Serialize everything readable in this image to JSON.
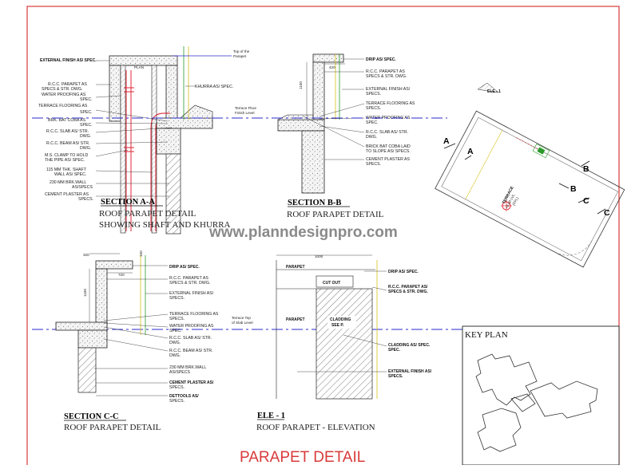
{
  "watermark": "www.planndesignpro.com",
  "sheet_title": "PARAPET DETAIL",
  "colors": {
    "border": "#d93a3a",
    "title": "#d93a3a",
    "center_line": "#2b2bcf"
  },
  "section_aa": {
    "title": "SECTION A-A",
    "subtitle_1": "ROOF PARAPET DETAIL",
    "subtitle_2": "SHOWING SHAFT AND KHURRA",
    "labels_left": [
      "EXTERNAL FINISH AS/ SPEC.",
      "R.C.C. PARAPET AS",
      "SPECS & STR. DWG.",
      "WATER PROOFING AS",
      "SPEC.",
      "TERRACE FLOORING AS",
      "SPEC.",
      "BRK. BAT COBA AS",
      "SPEC.",
      "R.C.C. SLAB AS/ STR.",
      "DWG.",
      "R.C.C. BEAM AS/ STR.",
      "DWG.",
      "M.S. CLAMP TO HOLD",
      "THE PIPE AS/ SPEC.",
      "115 MM THK. SHAFT",
      "WALL AS/ SPEC.",
      "230 MM BRK.WALL",
      "AS/SPECS",
      "CEMENT PLASTER AS",
      "SPECS."
    ],
    "label_khurra": "KHURRA AS/ SPEC.",
    "label_top_parapet_1": "Top of the",
    "label_top_parapet_2": "Parapet",
    "label_terrace_1": "Terrace Floor",
    "label_terrace_2": "Finish Level",
    "dim_plan": "PLAN"
  },
  "section_bb": {
    "title": "SECTION B-B",
    "subtitle": "ROOF PARAPET DETAIL",
    "dim_width": "420",
    "dim_height": "1100",
    "labels_right": [
      "DRIP AS/ SPEC.",
      "R.C.C. PARAPET AS",
      "SPECS & STR. DWG.",
      "EXTERNAL FINISH AS/",
      "SPECS.",
      "TERRACE FLOORING AS",
      "SPECS.",
      "WATER PROOFING AS",
      "SPEC.",
      "R.C.C. SLAB AS/ STR.",
      "DWG.",
      "BRICK BAT COBA LAID",
      "TO SLOPE AS/ SPECS.",
      "CEMENT PLASTER AS",
      "SPECS."
    ]
  },
  "section_cc": {
    "title": "SECTION C-C",
    "subtitle": "ROOF PARAPET DETAIL",
    "dim_top_1": "320",
    "dim_top_2": "150",
    "dim_mid": "720",
    "dim_height": "1100",
    "label_terrace_1": "Terrace Top",
    "label_terrace_2": "of Slab Level",
    "labels_right": [
      "DRIP AS/ SPEC.",
      "R.C.C. PARAPET AS",
      "SPECS & STR. DWG.",
      "EXTERNAL FINISH AS/",
      "SPECS.",
      "TERRACE FLOORING AS",
      "SPECS.",
      "WATER PROOFING AS",
      "SPEC.",
      "R.C.C. SLAB AS/ STR.",
      "DWG.",
      "R.C.C. BEAM AS/ STR.",
      "DWG.",
      "230 MM BRK.WALL",
      "AS/SPECS",
      "CEMENT PLASTER AS/",
      "SPECS.",
      "DETTOOLS AS/",
      "SPECS."
    ]
  },
  "ele1": {
    "title": "ELE - 1",
    "subtitle": "ROOF PARAPET - ELEVATION",
    "dim_width": "1000",
    "label_top": "PARAPET",
    "label_box": "CUT OUT",
    "label_parapet_left": "PARAPET",
    "label_cladding_1": "CLADDING",
    "label_cladding_2": "SEE P.",
    "labels_right": [
      "DRIP AS/ SPEC.",
      "R.C.C. PARAPET AS/",
      "SPECS & STR. DWG.",
      "CLADDING AS/ SPEC.",
      "SPEC.",
      "EXTERNAL FINISH AS/",
      "SPECS."
    ]
  },
  "plan": {
    "tag": "ELE - 1",
    "markers": [
      "A",
      "A",
      "B",
      "B",
      "C",
      "C"
    ],
    "terrace_1": "TERRACE",
    "terrace_2": "+0.00 LVL",
    "terrace_3": "(FFL)"
  },
  "key_plan": {
    "title": "KEY PLAN"
  }
}
